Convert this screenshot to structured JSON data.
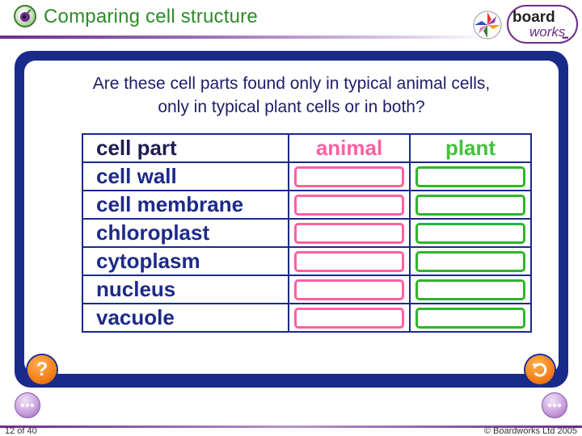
{
  "header": {
    "title": "Comparing cell structure",
    "logo": {
      "word1": "board",
      "word2": "works",
      "dots": "•••"
    }
  },
  "question": {
    "line1": "Are these cell parts found only in typical animal cells,",
    "line2": "only in typical plant cells or in both?"
  },
  "table": {
    "headers": {
      "part": "cell part",
      "animal": "animal",
      "plant": "plant"
    },
    "rows": [
      {
        "part": "cell wall"
      },
      {
        "part": "cell membrane"
      },
      {
        "part": "chloroplast"
      },
      {
        "part": "cytoplasm"
      },
      {
        "part": "nucleus"
      },
      {
        "part": "vacuole"
      }
    ]
  },
  "buttons": {
    "help": "?"
  },
  "footer": {
    "page": "12 of 40",
    "copyright": "© Boardworks Ltd 2005"
  },
  "colors": {
    "panel": "#1a2a8a",
    "animal": "#ff5fa2",
    "plant": "#2fb52a",
    "title": "#2f8a2a",
    "accent": "#6d2c8e"
  },
  "icons": {
    "header_logo": "cell-icon",
    "help": "question-icon",
    "back": "undo-arrow-icon",
    "prev": "prev-slide-icon",
    "next": "next-slide-icon"
  }
}
